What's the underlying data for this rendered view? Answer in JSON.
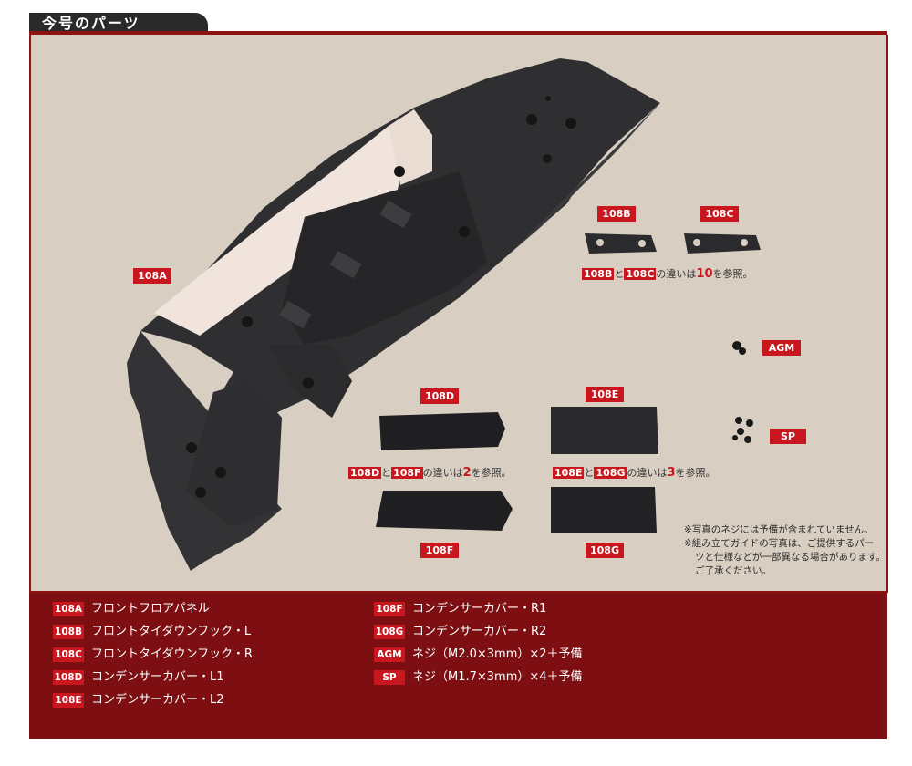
{
  "header": {
    "tab_label": "今号のパーツ"
  },
  "labels": {
    "a": "108A",
    "b": "108B",
    "c": "108C",
    "d": "108D",
    "e": "108E",
    "f": "108F",
    "g": "108G",
    "agm": "AGM",
    "sp": "SP"
  },
  "notes": {
    "bc": {
      "p1": "108B",
      "mid": "と",
      "p2": "108C",
      "rest": "の違いは",
      "num": "10",
      "end": "を参照。"
    },
    "df": {
      "p1": "108D",
      "mid": "と",
      "p2": "108F",
      "rest": "の違いは",
      "num": "2",
      "end": "を参照。"
    },
    "eg": {
      "p1": "108E",
      "mid": "と",
      "p2": "108G",
      "rest": "の違いは",
      "num": "3",
      "end": "を参照。"
    }
  },
  "footnotes": [
    "※写真のネジには予備が含まれていません。",
    "※組み立てガイドの写真は、ご提供するパー",
    "ツと仕様などが一部異なる場合があります。",
    "ご了承ください。"
  ],
  "legend": [
    {
      "code": "108A",
      "text": "フロントフロアパネル"
    },
    {
      "code": "108B",
      "text": "フロントタイダウンフック・L"
    },
    {
      "code": "108C",
      "text": "フロントタイダウンフック・R"
    },
    {
      "code": "108D",
      "text": "コンデンサーカバー・L1"
    },
    {
      "code": "108E",
      "text": "コンデンサーカバー・L2"
    },
    {
      "code": "108F",
      "text": "コンデンサーカバー・R1"
    },
    {
      "code": "108G",
      "text": "コンデンサーカバー・R2"
    },
    {
      "code": "AGM",
      "text": "ネジ（M2.0×3mm）×2＋予備"
    },
    {
      "code": "SP",
      "text": "ネジ（M1.7×3mm）×4＋予備"
    }
  ]
}
